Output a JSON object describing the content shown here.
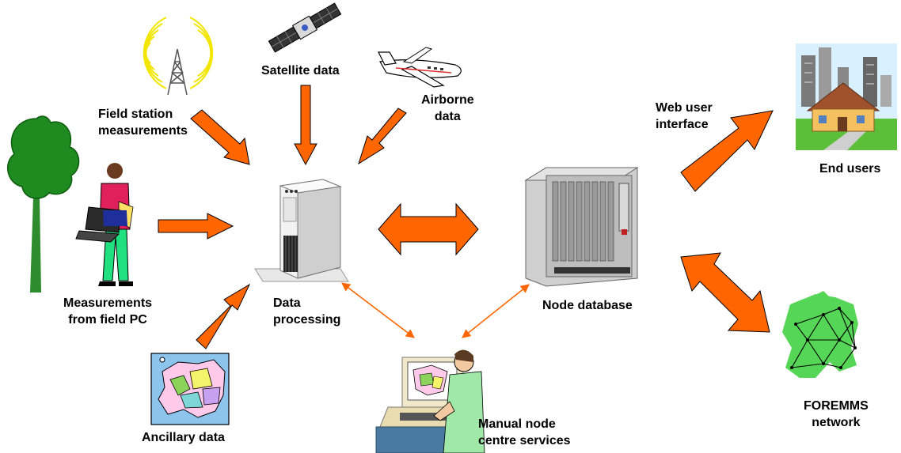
{
  "labels": {
    "field_station": [
      "Field station",
      "measurements"
    ],
    "satellite": "Satellite data",
    "airborne": [
      "Airborne",
      "data"
    ],
    "field_pc": [
      "Measurements",
      "from field PC"
    ],
    "data_processing": [
      "Data",
      "processing"
    ],
    "ancillary": "Ancillary data",
    "manual_node": [
      "Manual node",
      "centre services"
    ],
    "node_database": "Node database",
    "web_user": [
      "Web user",
      "interface"
    ],
    "end_users": "End users",
    "foremms": [
      "FOREMMS",
      "network"
    ]
  },
  "colors": {
    "arrow": "#ff6600",
    "arrow_outline": "#000000",
    "thin_arrow": "#ff6600"
  },
  "icons": [
    "radio-tower-icon",
    "satellite-icon",
    "airplane-icon",
    "tree-icon",
    "field-person-icon",
    "server-tower-icon",
    "rack-server-icon",
    "city-house-icon",
    "europe-network-map-icon",
    "europe-map-icon",
    "operator-workstation-icon"
  ]
}
